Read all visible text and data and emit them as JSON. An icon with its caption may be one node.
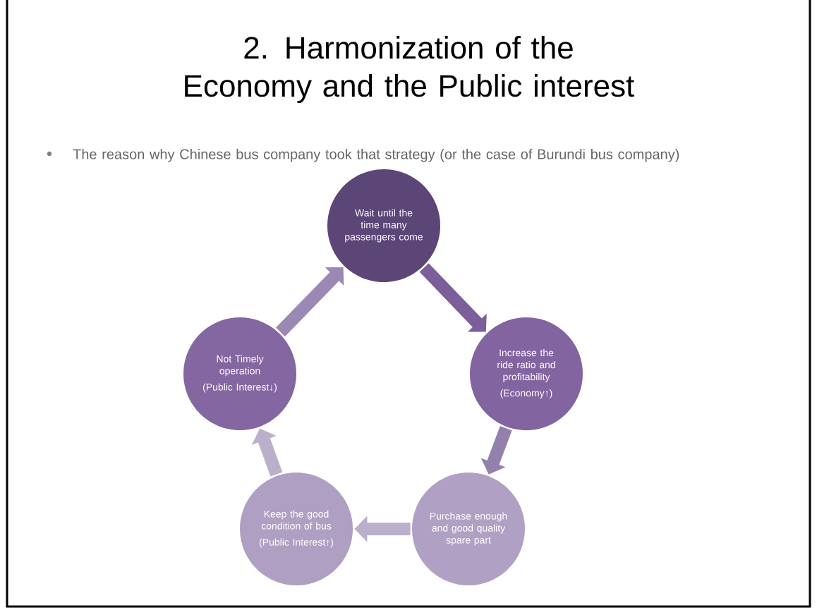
{
  "diagram": {
    "title": "2. Harmonization of the Economy and the Public interest",
    "nodes": [
      {
        "text": [
          "Wait until the time many passengers come"
        ]
      },
      {
        "text": [
          "Increase the ride ratio and profitability",
          "(Economy↑)"
        ]
      },
      {
        "text": [
          "Purchase enough and good quality spare part"
        ]
      },
      {
        "text": [
          "Keep the good condition of bus",
          "(Public Interest↑)"
        ]
      },
      {
        "text": [
          "Not Timely operation",
          "(Public Interest↓)"
        ]
      }
    ],
    "edges": [
      {
        "from": 0,
        "to": 1,
        "arrow": "to",
        "color": "#7b5e9a"
      },
      {
        "from": 1,
        "to": 2,
        "arrow": "to",
        "color": "#9480ad"
      },
      {
        "from": 2,
        "to": 3,
        "arrow": "to",
        "color": "#bab0cc"
      },
      {
        "from": 3,
        "to": 4,
        "arrow": "to",
        "color": "#bbb0cc"
      },
      {
        "from": 4,
        "to": 0,
        "arrow": "to",
        "color": "#9b88b5"
      }
    ],
    "labels": [
      "The reason why Chinese bus company took that strategy (or the case of Burundi bus company)"
    ]
  }
}
